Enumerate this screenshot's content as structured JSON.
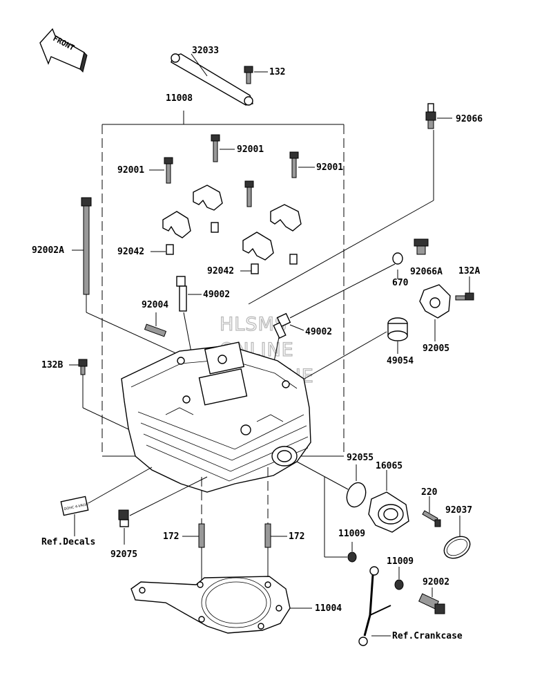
{
  "front_arrow": {
    "label": "FRONT"
  },
  "watermark": {
    "line1": "HLSMS",
    "line2": "ONLINE",
    "line3": "MICROFICHE"
  },
  "labels": {
    "p32033": "32033",
    "p132": "132",
    "p11008": "11008",
    "p92066": "92066",
    "p92001_c": "92001",
    "p92001_l": "92001",
    "p92001_r": "92001",
    "p92002A": "92002A",
    "p92042_l": "92042",
    "p92042_c": "92042",
    "p92066A": "92066A",
    "p670": "670",
    "p132A": "132A",
    "p49002_l": "49002",
    "p49002_r": "49002",
    "p92004": "92004",
    "p92005": "92005",
    "p49054": "49054",
    "p132B": "132B",
    "p92055": "92055",
    "p16065": "16065",
    "p220": "220",
    "p92037": "92037",
    "p11009_l": "11009",
    "p11009_r": "11009",
    "p92002": "92002",
    "p172_l": "172",
    "p172_r": "172",
    "p11004": "11004",
    "ref_decals": "Ref.Decals",
    "p92075": "92075",
    "ref_crankcase": "Ref.Crankcase",
    "decal_text": "DOHC 4-VALVE"
  }
}
